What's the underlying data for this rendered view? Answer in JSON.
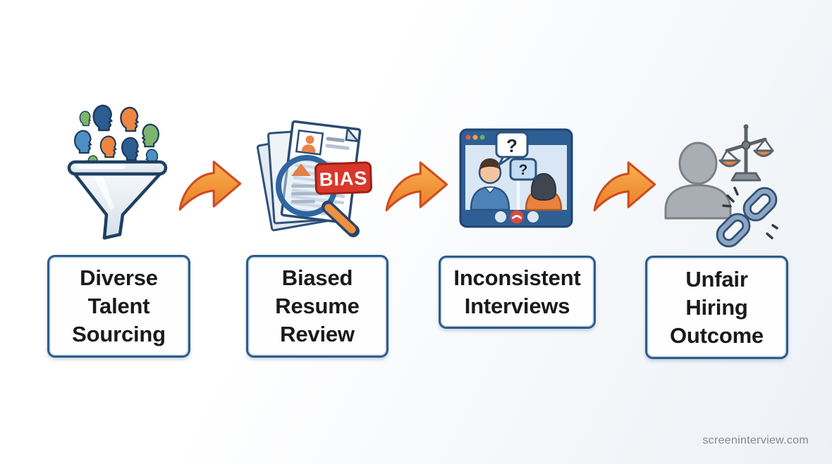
{
  "watermark": "screeninterview.com",
  "stages": [
    {
      "name": "diverse-talent-sourcing",
      "icon": "funnel-with-diverse-people",
      "lines": [
        "Diverse",
        "Talent",
        "Sourcing"
      ]
    },
    {
      "name": "biased-resume-review",
      "icon": "resume-stack-magnifier",
      "badge": "BIAS",
      "lines": [
        "Biased",
        "Resume",
        "Review"
      ]
    },
    {
      "name": "inconsistent-interviews",
      "icon": "video-interview-window",
      "question_mark": "?",
      "lines": [
        "Inconsistent",
        "Interviews"
      ]
    },
    {
      "name": "unfair-hiring-outcome",
      "icon": "person-unbalanced-scale-broken-chain",
      "lines": [
        "Unfair",
        "Hiring",
        "Outcome"
      ]
    }
  ],
  "arrows": {
    "count": 3,
    "direction": "right"
  },
  "colors": {
    "box_border": "#2b5c8c",
    "box_background": "#fefeff",
    "label_text": "#1a1a1a",
    "arrow_orange": "#ee8230",
    "arrow_outline": "#cf4c20",
    "bias_red": "#d8382b",
    "funnel_blue_outline": "#1f3f63",
    "person_gray": "#a9aeb4",
    "watermark_gray": "#85888f"
  }
}
